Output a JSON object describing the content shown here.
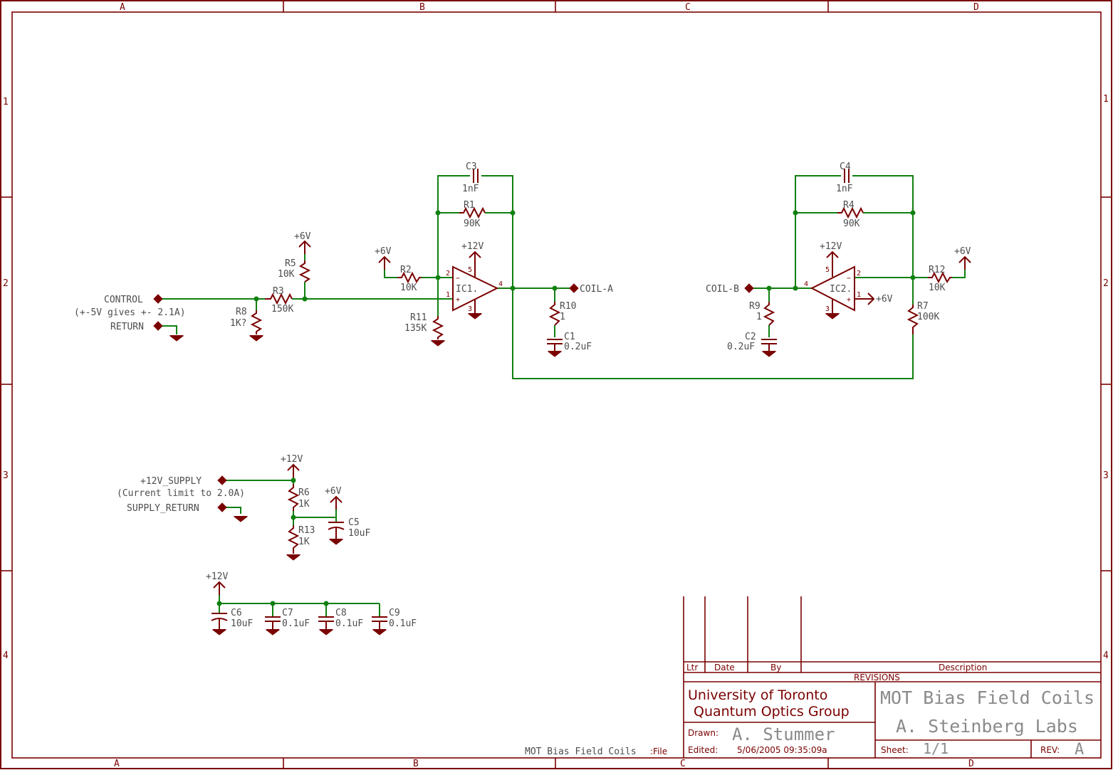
{
  "sheet": {
    "zones_columns": [
      "A",
      "B",
      "C",
      "D"
    ],
    "zones_rows": [
      "1",
      "2",
      "3",
      "4"
    ]
  },
  "labels": {
    "control": "CONTROL",
    "control_note": "(+-5V gives +- 2.1A)",
    "return": "RETURN",
    "coil_a": "COIL-A",
    "coil_b": "COIL-B",
    "supply": "+12V_SUPPLY",
    "supply_note": "(Current limit to 2.0A)",
    "supply_return": "SUPPLY_RETURN",
    "file_note": "MOT Bias Field Coils",
    "file_suffix": ":File"
  },
  "components": {
    "r1": {
      "name": "R1",
      "value": "90K"
    },
    "r2": {
      "name": "R2",
      "value": "10K"
    },
    "r3": {
      "name": "R3",
      "value": "150K"
    },
    "r4": {
      "name": "R4",
      "value": "90K"
    },
    "r5": {
      "name": "R5",
      "value": "10K"
    },
    "r6": {
      "name": "R6",
      "value": "1K"
    },
    "r7": {
      "name": "R7",
      "value": "100K"
    },
    "r8": {
      "name": "R8",
      "value": "1K?"
    },
    "r9": {
      "name": "R9",
      "value": "1"
    },
    "r10": {
      "name": "R10",
      "value": "1"
    },
    "r11": {
      "name": "R11",
      "value": "135K"
    },
    "r12": {
      "name": "R12",
      "value": "10K"
    },
    "r13": {
      "name": "R13",
      "value": "1K"
    },
    "c1": {
      "name": "C1",
      "value": "0.2uF"
    },
    "c2": {
      "name": "C2",
      "value": "0.2uF"
    },
    "c3": {
      "name": "C3",
      "value": "1nF"
    },
    "c4": {
      "name": "C4",
      "value": "1nF"
    },
    "c5": {
      "name": "C5",
      "value": "10uF"
    },
    "c6": {
      "name": "C6",
      "value": "10uF"
    },
    "c7": {
      "name": "C7",
      "value": "0.1uF"
    },
    "c8": {
      "name": "C8",
      "value": "0.1uF"
    },
    "c9": {
      "name": "C9",
      "value": "0.1uF"
    },
    "ic1": {
      "name": "IC1."
    },
    "ic2": {
      "name": "IC2."
    }
  },
  "power": {
    "p6v": "+6V",
    "p12v": "+12V"
  },
  "pins": {
    "p1": "1",
    "p2": "2",
    "p3": "3",
    "p4": "4",
    "p5": "5",
    "minus": "−",
    "plus": "+"
  },
  "title_block": {
    "col_ltr": "Ltr",
    "col_date": "Date",
    "col_by": "By",
    "col_description": "Description",
    "revisions": "REVISIONS",
    "org_line1": "University of Toronto",
    "org_line2": "Quantum Optics Group",
    "title_line1": "MOT Bias Field Coils",
    "title_line2": "A. Steinberg Labs",
    "drawn_label": "Drawn:",
    "drawn_value": "A. Stummer",
    "edited_label": "Edited:",
    "edited_value": "5/06/2005 09:35:09a",
    "sheet_label": "Sheet:",
    "sheet_value": "1/1",
    "rev_label": "REV:",
    "rev_value": "A"
  },
  "colors": {
    "frame": "#7a0000",
    "wire": "#108010",
    "text": "#4d4d4d"
  }
}
